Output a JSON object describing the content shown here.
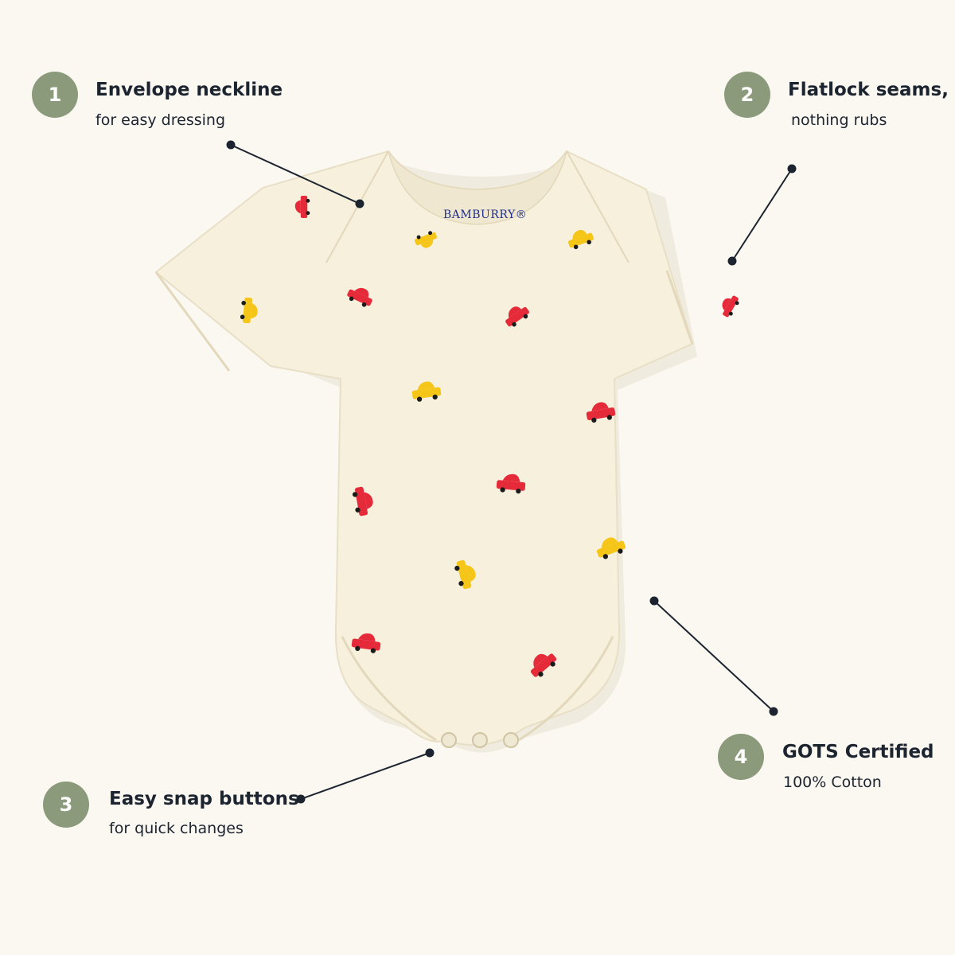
{
  "callouts": [
    {
      "number": "1",
      "title": "Envelope neckline",
      "subtitle": "for easy dressing"
    },
    {
      "number": "2",
      "title": "Flatlock seams,",
      "subtitle": "nothing rubs"
    },
    {
      "number": "3",
      "title": "Easy snap buttons",
      "subtitle": "for quick changes"
    },
    {
      "number": "4",
      "title": "GOTS Certified",
      "subtitle": "100% Cotton"
    }
  ],
  "product": {
    "brand_label": "BAMBURRY®",
    "fabric_color": "#f6f0dc",
    "print_colors": {
      "red": "#e52a3a",
      "yellow": "#f5c518"
    }
  },
  "colors": {
    "background": "#fbf8f1",
    "badge": "#8a9a7a",
    "text": "#1c2430",
    "leader_line": "#1c2430"
  }
}
